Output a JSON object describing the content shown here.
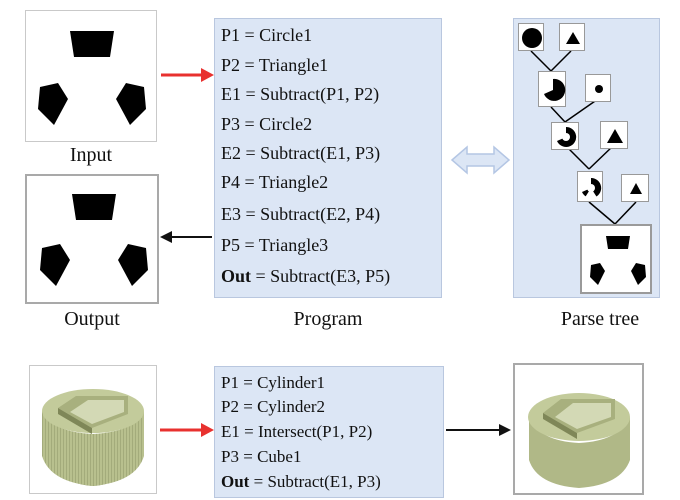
{
  "captions": {
    "input": "Input",
    "output": "Output",
    "program": "Program",
    "parse_tree": "Parse tree"
  },
  "program1": [
    {
      "lhs": "P1",
      "rhs": "Circle1",
      "bold": false
    },
    {
      "lhs": "P2",
      "rhs": "Triangle1",
      "bold": false
    },
    {
      "lhs": "E1",
      "rhs": "Subtract(P1, P2)",
      "bold": false
    },
    {
      "lhs": "P3",
      "rhs": "Circle2",
      "bold": false
    },
    {
      "lhs": "E2",
      "rhs": "Subtract(E1, P3)",
      "bold": false
    },
    {
      "lhs": "P4",
      "rhs": "Triangle2",
      "bold": false
    },
    {
      "lhs": "E3",
      "rhs": "Subtract(E2, P4)",
      "bold": false
    },
    {
      "lhs": "P5",
      "rhs": "Triangle3",
      "bold": false
    },
    {
      "lhs": "Out",
      "rhs": "Subtract(E3, P5)",
      "bold": true
    }
  ],
  "program2": [
    {
      "lhs": "P1",
      "rhs": "Cylinder1",
      "bold": false
    },
    {
      "lhs": "P2",
      "rhs": "Cylinder2",
      "bold": false
    },
    {
      "lhs": "E1",
      "rhs": "Intersect(P1, P2)",
      "bold": false
    },
    {
      "lhs": "P3",
      "rhs": "Cube1",
      "bold": false
    },
    {
      "lhs": "Out",
      "rhs": "Subtract(E1, P3)",
      "bold": true
    }
  ],
  "colors": {
    "panel_blue": "#dce6f5",
    "arrow_red": "#e8312f",
    "arrow_black": "#111111",
    "shape_black": "#000000",
    "mesh_green": "#b8c08e"
  }
}
